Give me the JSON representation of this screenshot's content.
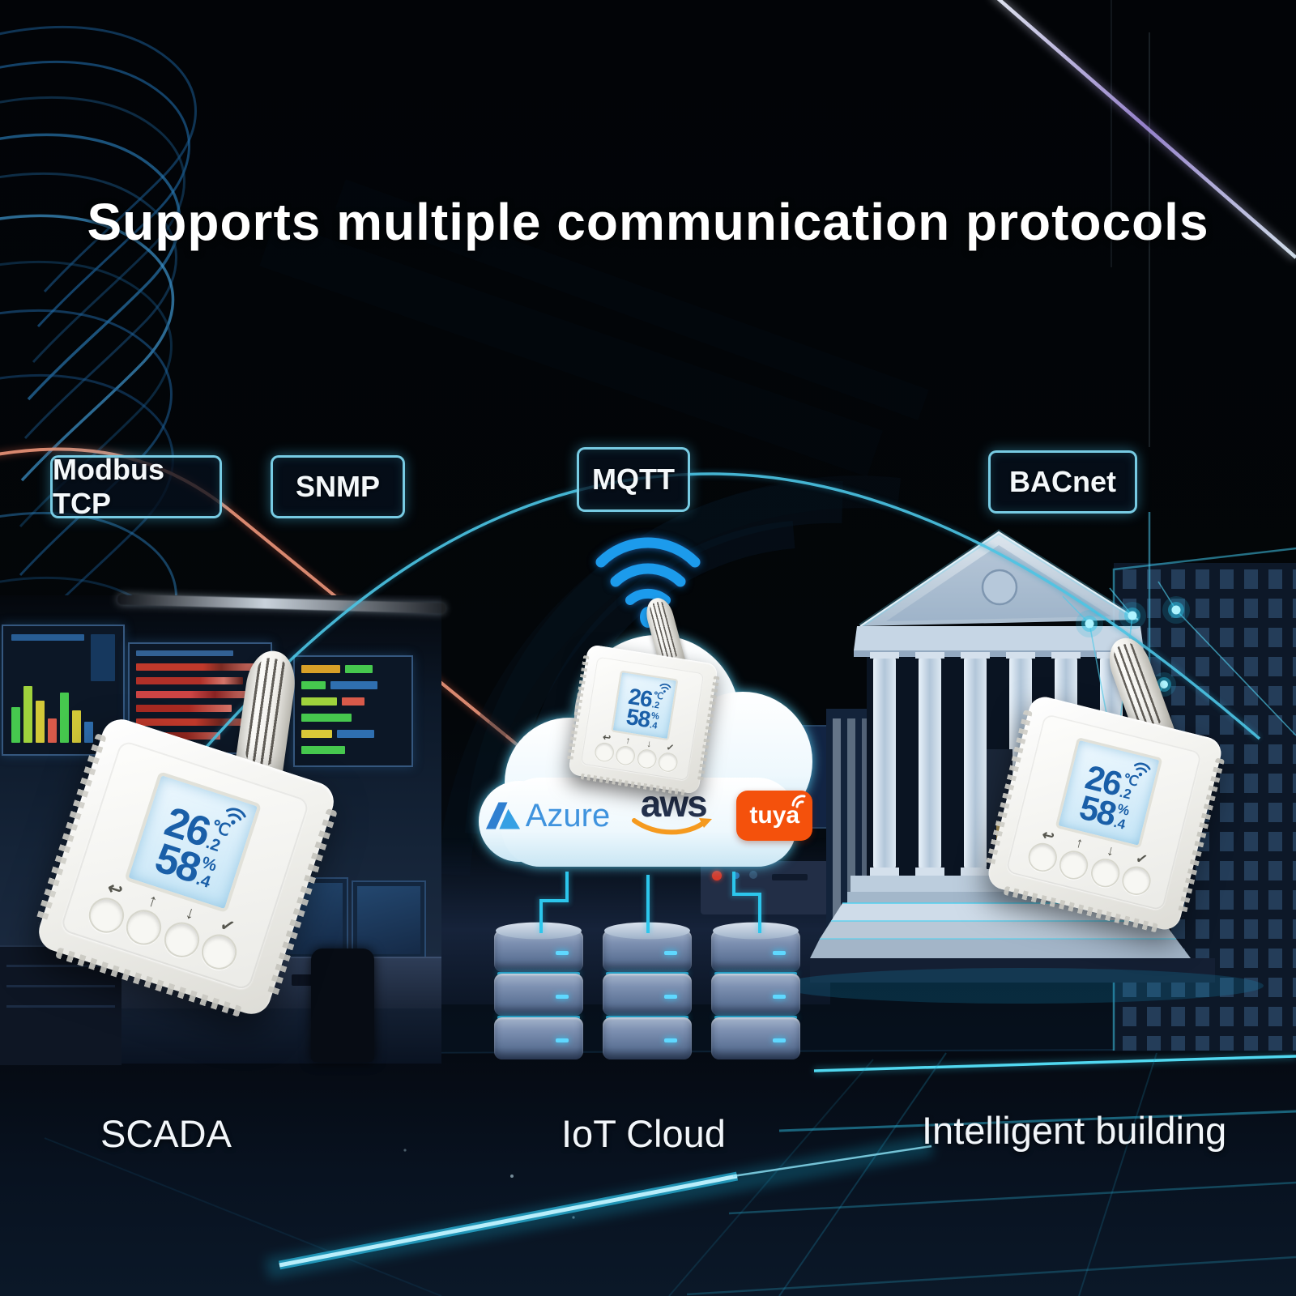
{
  "title": "Supports multiple communication protocols",
  "protocols": [
    {
      "label": "Modbus TCP"
    },
    {
      "label": "SNMP"
    },
    {
      "label": "MQTT"
    },
    {
      "label": "BACnet"
    }
  ],
  "scene_labels": {
    "scada": "SCADA",
    "cloud": "IoT Cloud",
    "building": "Intelligent building"
  },
  "device": {
    "temp_main": "26",
    "temp_frac": ".2",
    "temp_unit": "℃",
    "hum_main": "58",
    "hum_frac": ".4",
    "hum_unit": "%",
    "button_back": "↩",
    "button_up": "↑",
    "button_down": "↓",
    "button_ok": "✓"
  },
  "cloud_logos": {
    "azure": "Azure",
    "aws": "aws",
    "tuya": "tuya"
  },
  "colors": {
    "accent_cyan": "#45c8ee",
    "wifi_blue": "#1f9bec",
    "badge_border": "#7dd6ee",
    "tuya_orange": "#f4510c",
    "azure_blue": "#3f93de",
    "aws_navy": "#25324e",
    "aws_orange": "#f59a1f",
    "lcd_text": "#1a5fa8",
    "beam_cyan": "#35d3f5"
  }
}
